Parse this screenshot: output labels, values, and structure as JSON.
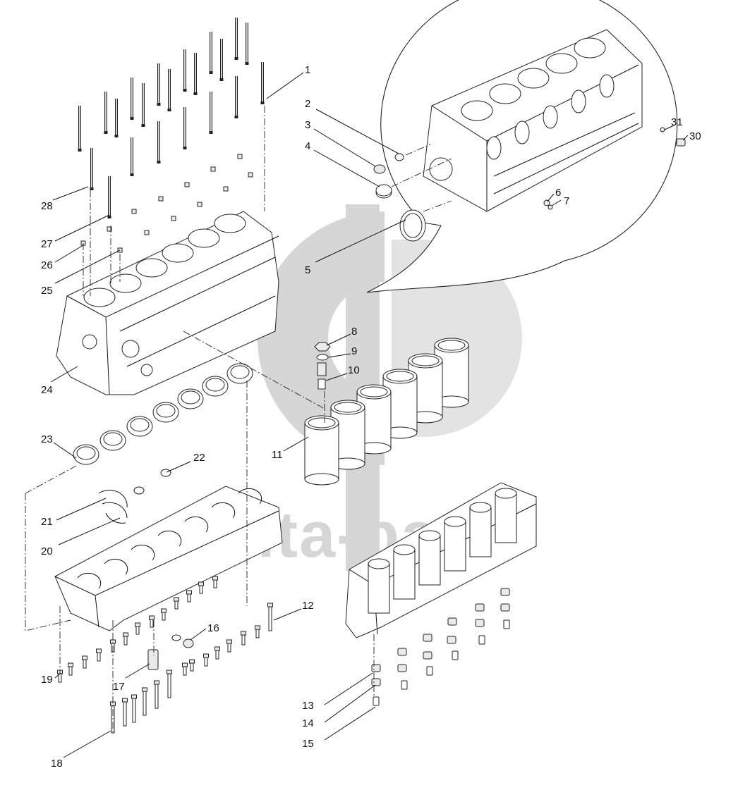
{
  "watermark": {
    "brand": "auta-parts"
  },
  "callouts": [
    {
      "id": "c1",
      "text": "1"
    },
    {
      "id": "c2",
      "text": "2"
    },
    {
      "id": "c3",
      "text": "3"
    },
    {
      "id": "c4",
      "text": "4"
    },
    {
      "id": "c5",
      "text": "5"
    },
    {
      "id": "c6",
      "text": "6"
    },
    {
      "id": "c7",
      "text": "7"
    },
    {
      "id": "c8",
      "text": "8"
    },
    {
      "id": "c9",
      "text": "9"
    },
    {
      "id": "c10",
      "text": "10"
    },
    {
      "id": "c11",
      "text": "11"
    },
    {
      "id": "c12",
      "text": "12"
    },
    {
      "id": "c13",
      "text": "13"
    },
    {
      "id": "c14",
      "text": "14"
    },
    {
      "id": "c15",
      "text": "15"
    },
    {
      "id": "c16",
      "text": "16"
    },
    {
      "id": "c17",
      "text": "17"
    },
    {
      "id": "c18",
      "text": "18"
    },
    {
      "id": "c19",
      "text": "19"
    },
    {
      "id": "c20",
      "text": "20"
    },
    {
      "id": "c21",
      "text": "21"
    },
    {
      "id": "c22",
      "text": "22"
    },
    {
      "id": "c23",
      "text": "23"
    },
    {
      "id": "c24",
      "text": "24"
    },
    {
      "id": "c25",
      "text": "25"
    },
    {
      "id": "c26",
      "text": "26"
    },
    {
      "id": "c27",
      "text": "27"
    },
    {
      "id": "c28",
      "text": "28"
    },
    {
      "id": "c30",
      "text": "30"
    },
    {
      "id": "c31",
      "text": "31"
    }
  ]
}
